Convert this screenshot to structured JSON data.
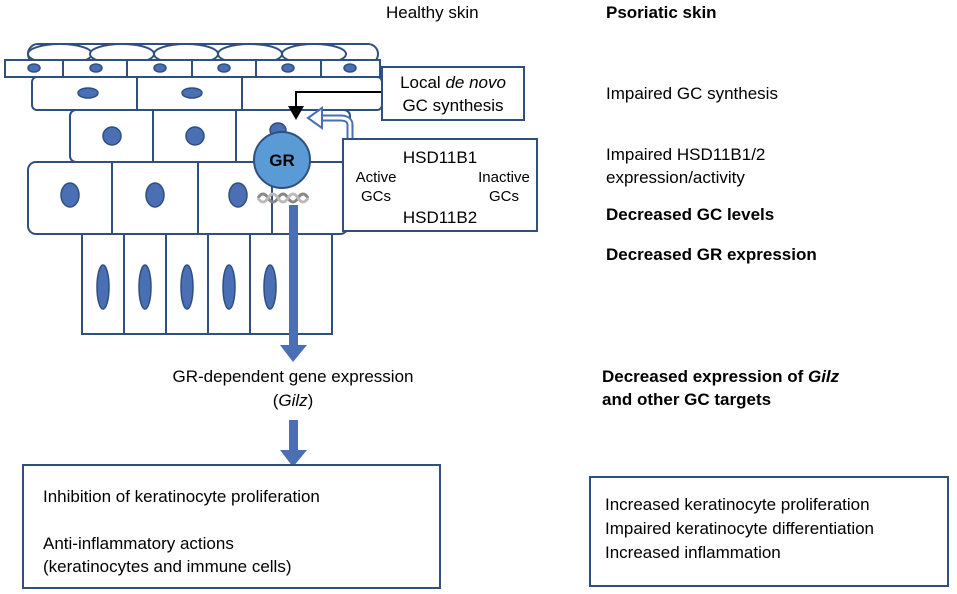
{
  "headings": {
    "healthy": "Healthy skin",
    "psoriatic": "Psoriatic skin"
  },
  "local_box": {
    "line1_pre": "Local ",
    "line1_em": "de novo",
    "line2": "GC synthesis"
  },
  "hsd_box": {
    "top": "HSD11B1",
    "bottom": "HSD11B2",
    "left_1": "Active",
    "left_2": "GCs",
    "right_1": "Inactive",
    "right_2": "GCs"
  },
  "gr_label": "GR",
  "gene_expression": {
    "line1": "GR-dependent gene expression",
    "line2_open": "(",
    "line2_em": "Gilz",
    "line2_close": ")"
  },
  "healthy_outcome": {
    "line1": "Inhibition of keratinocyte proliferation",
    "line2": "Anti-inflammatory actions",
    "line3": "(keratinocytes and immune cells)"
  },
  "psoriatic_effects": [
    {
      "text": "Impaired GC synthesis",
      "bold": false
    },
    {
      "text": "Impaired HSD11B1/2",
      "bold": false
    },
    {
      "text": "expression/activity",
      "bold": false
    },
    {
      "text": "Decreased GC levels",
      "bold": true
    },
    {
      "text": "Decreased GR expression",
      "bold": true
    }
  ],
  "psoriatic_gilz": {
    "line1_pre": "Decreased expression of ",
    "line1_em": "Gilz",
    "line2": "and other GC targets"
  },
  "psoriatic_outcome": {
    "line1": "Increased keratinocyte proliferation",
    "line2": "Impaired keratinocyte differentiation",
    "line3": "Increased inflammation"
  },
  "colors": {
    "cell_stroke": "#2f4f7f",
    "nucleus": "#4a6fb5",
    "arrow": "#4a6fb5",
    "gr_fill": "#5b9bd5"
  }
}
